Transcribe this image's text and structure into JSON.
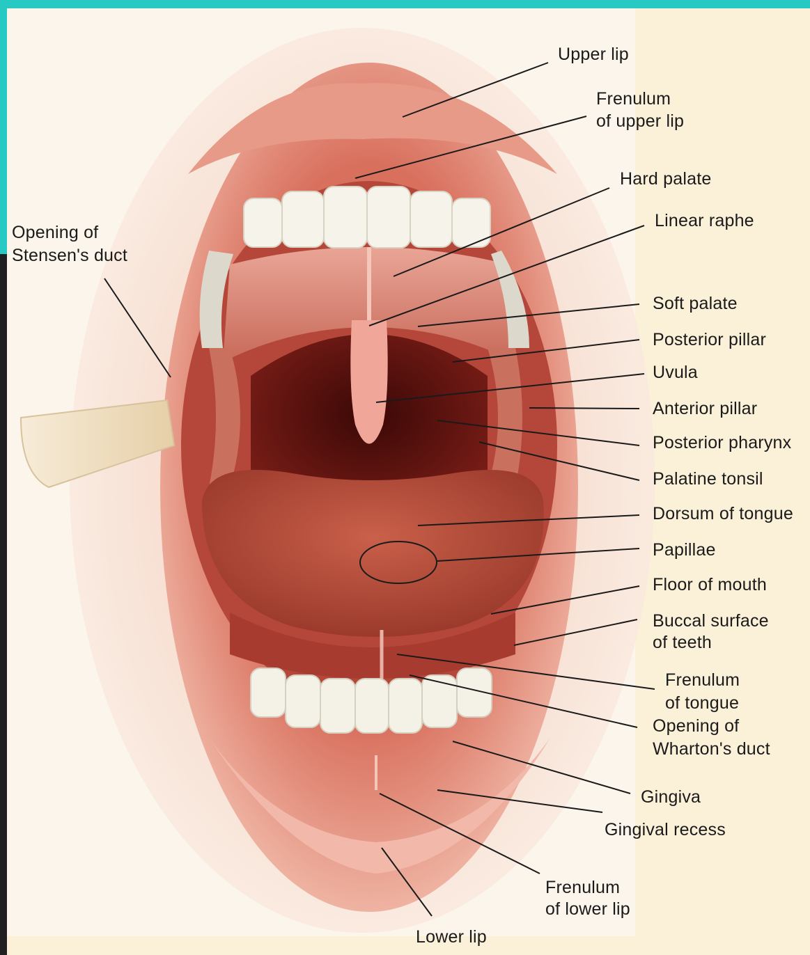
{
  "labels": {
    "upper_lip": "Upper lip",
    "frenulum_upper_lip_1": "Frenulum",
    "frenulum_upper_lip_2": "of upper lip",
    "hard_palate": "Hard palate",
    "linear_raphe": "Linear raphe",
    "soft_palate": "Soft palate",
    "posterior_pillar": "Posterior pillar",
    "uvula": "Uvula",
    "anterior_pillar": "Anterior pillar",
    "posterior_pharynx": "Posterior pharynx",
    "palatine_tonsil": "Palatine tonsil",
    "dorsum_of_tongue": "Dorsum of tongue",
    "papillae": "Papillae",
    "floor_of_mouth": "Floor of mouth",
    "buccal_surface_1": "Buccal surface",
    "buccal_surface_2": "of teeth",
    "frenulum_tongue_1": "Frenulum",
    "frenulum_tongue_2": "of tongue",
    "wharton_1": "Opening of",
    "wharton_2": "Wharton's duct",
    "gingiva": "Gingiva",
    "gingival_recess": "Gingival recess",
    "frenulum_lower_lip_1": "Frenulum",
    "frenulum_lower_lip_2": "of lower lip",
    "lower_lip": "Lower lip",
    "stensen_1": "Opening of",
    "stensen_2": "Stensen's duct"
  },
  "colors": {
    "frame_accent": "#27c9c3",
    "background": "#fbf5ec",
    "lip": "#e48a7a",
    "mouth_interior": "#b4473a",
    "throat": "#5c1210",
    "tongue": "#c75a43",
    "teeth": "#f6f3ea"
  }
}
